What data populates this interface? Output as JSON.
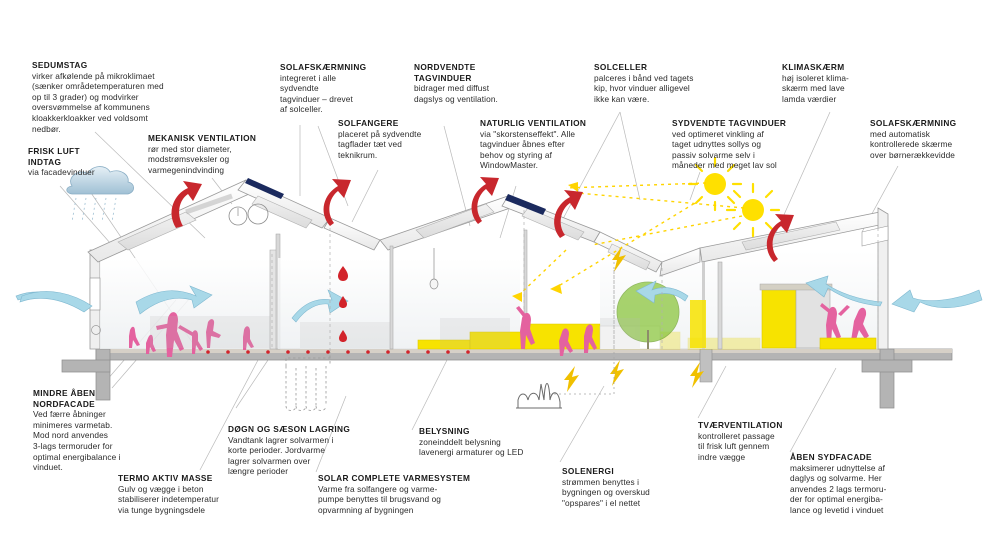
{
  "diagram": {
    "title": "Baeredygtigt byggeri - bygningssnit",
    "language": "da",
    "colors": {
      "solar_yellow": "#f7e300",
      "sun_yellow": "#ffe000",
      "warm_air_red": "#c8272d",
      "fresh_air_blue": "#a8d8e8",
      "people_pink": "#e4629f",
      "tree_green": "#8cc63f",
      "cloud_blue": "#c3d9e8",
      "pv_navy": "#1b2a5e",
      "floor_grey": "#9a9a9a",
      "leader_grey": "#b9b9b9",
      "text_black": "#231f20"
    }
  },
  "callouts": {
    "sedumstag": {
      "title": "SEDUMSTAG",
      "body": "virker afkølende på mikroklimaet\n(sænker områdetemperaturen med\nop til 3 grader) og modvirker\noversvømmelse af kommunens\nkloakkerkloakker ved voldsomt\nnedbør."
    },
    "frisk_luft_indtag": {
      "title": "FRISK LUFT\nINDTAG",
      "body": "via facadevinduer"
    },
    "mekanisk_ventilation": {
      "title": "MEKANISK VENTILATION",
      "body": "rør med stor diameter,\nmodstrømsveksler og\nvarmegenindvinding"
    },
    "solafskaermning_tagvinduer": {
      "title": "SOLAFSKÆRMNING",
      "body": "integreret i alle\nsydvendte\ntagvinduer – drevet\naf solceller."
    },
    "solfangere": {
      "title": "SOLFANGERE",
      "body": "placeret på sydvendte\ntagflader tæt ved\nteknikrum."
    },
    "nordvendte_tagvinduer": {
      "title": "NORDVENDTE\nTAGVINDUER",
      "body": "bidrager med diffust\ndagslys og ventilation."
    },
    "naturlig_ventilation": {
      "title": "NATURLIG VENTILATION",
      "body": "via \"skorstenseffekt\". Alle\ntagvinduer åbnes efter\nbehov og styring af\nWindowMaster."
    },
    "solceller": {
      "title": "SOLCELLER",
      "body": "palceres i bånd ved tagets\nkip, hvor vinduer alligevel\nikke kan være."
    },
    "sydvendte_tagvinduer": {
      "title": "SYDVENDTE TAGVINDUER",
      "body": "ved optimeret vinkling af\ntaget udnyttes sollys og\npassiv solvarme selv i\nmåneder med meget lav sol"
    },
    "klimaskaerm": {
      "title": "KLIMASKÆRM",
      "body": "høj isoleret klima-\nskærm med lave\nlamda værdier"
    },
    "solafskaermning_automatisk": {
      "title": "SOLAFSKÆRMNING",
      "body": "med automatisk\nkontrollerede skærme\nover børnerækkevidde"
    },
    "mindre_aaben_nordfacade": {
      "title": "MINDRE ÅBEN\nNORDFACADE",
      "body": "Ved færre åbninger\nminimeres varmetab.\nMod nord anvendes\n3-lags termoruder for\noptimal energibalance i\nvinduet."
    },
    "termo_aktiv_masse": {
      "title": "TERMO AKTIV MASSE",
      "body": "Gulv og vægge i beton\nstabiliserer indetemperatur\nvia tunge bygningsdele"
    },
    "doegn_saeson_lagring": {
      "title": "DØGN OG SÆSON LAGRING",
      "body": "Vandtank lagrer solvarmen i\nkorte perioder. Jordvarme\nlagrer solvarmen over\nlængre perioder"
    },
    "solar_complete": {
      "title": "SOLAR COMPLETE VARMESYSTEM",
      "body": "Varme fra solfangere og varme-\npumpe benyttes til brugsvand og\nopvarmning af bygningen"
    },
    "belysning": {
      "title": "BELYSNING",
      "body": "zoneinddelt belysning\nlavenergi armaturer og LED"
    },
    "solenergi": {
      "title": "SOLENERGI",
      "body": "strømmen benyttes i\nbygningen og overskud\n\"opspares\" i el nettet"
    },
    "tvaerventilation": {
      "title": "TVÆRVENTILATION",
      "body": "kontrolleret passage\ntil frisk luft gennem\nindre vægge"
    },
    "aaben_sydfacade": {
      "title": "ÅBEN SYDFACADE",
      "body": "maksimerer udnyttelse af\ndaglys og solvarme. Her\nanvendes 2 lags termoru-\nder for optimal energiba-\nlance og levetid i vinduet"
    }
  },
  "icons": {
    "rain_cloud": "rain-cloud-icon",
    "sun_high": "sun-icon",
    "sun_low": "sun-icon",
    "warm_air_arrow": "red-up-arrow-icon",
    "fresh_air_arrow": "blue-airflow-arrow-icon",
    "lightning": "lightning-bolt-icon",
    "pendant_lamp": "pendant-lamp-icon",
    "city_skyline": "city-skyline-icon",
    "tree": "tree-icon",
    "person": "person-silhouette-icon",
    "duct": "ventilation-duct-icon",
    "pv_band": "solar-panel-band-icon",
    "ground_loop": "ground-heat-loop-icon",
    "floor_heating": "floor-heating-dots-icon",
    "daylight_ray": "daylight-ray-icon"
  }
}
